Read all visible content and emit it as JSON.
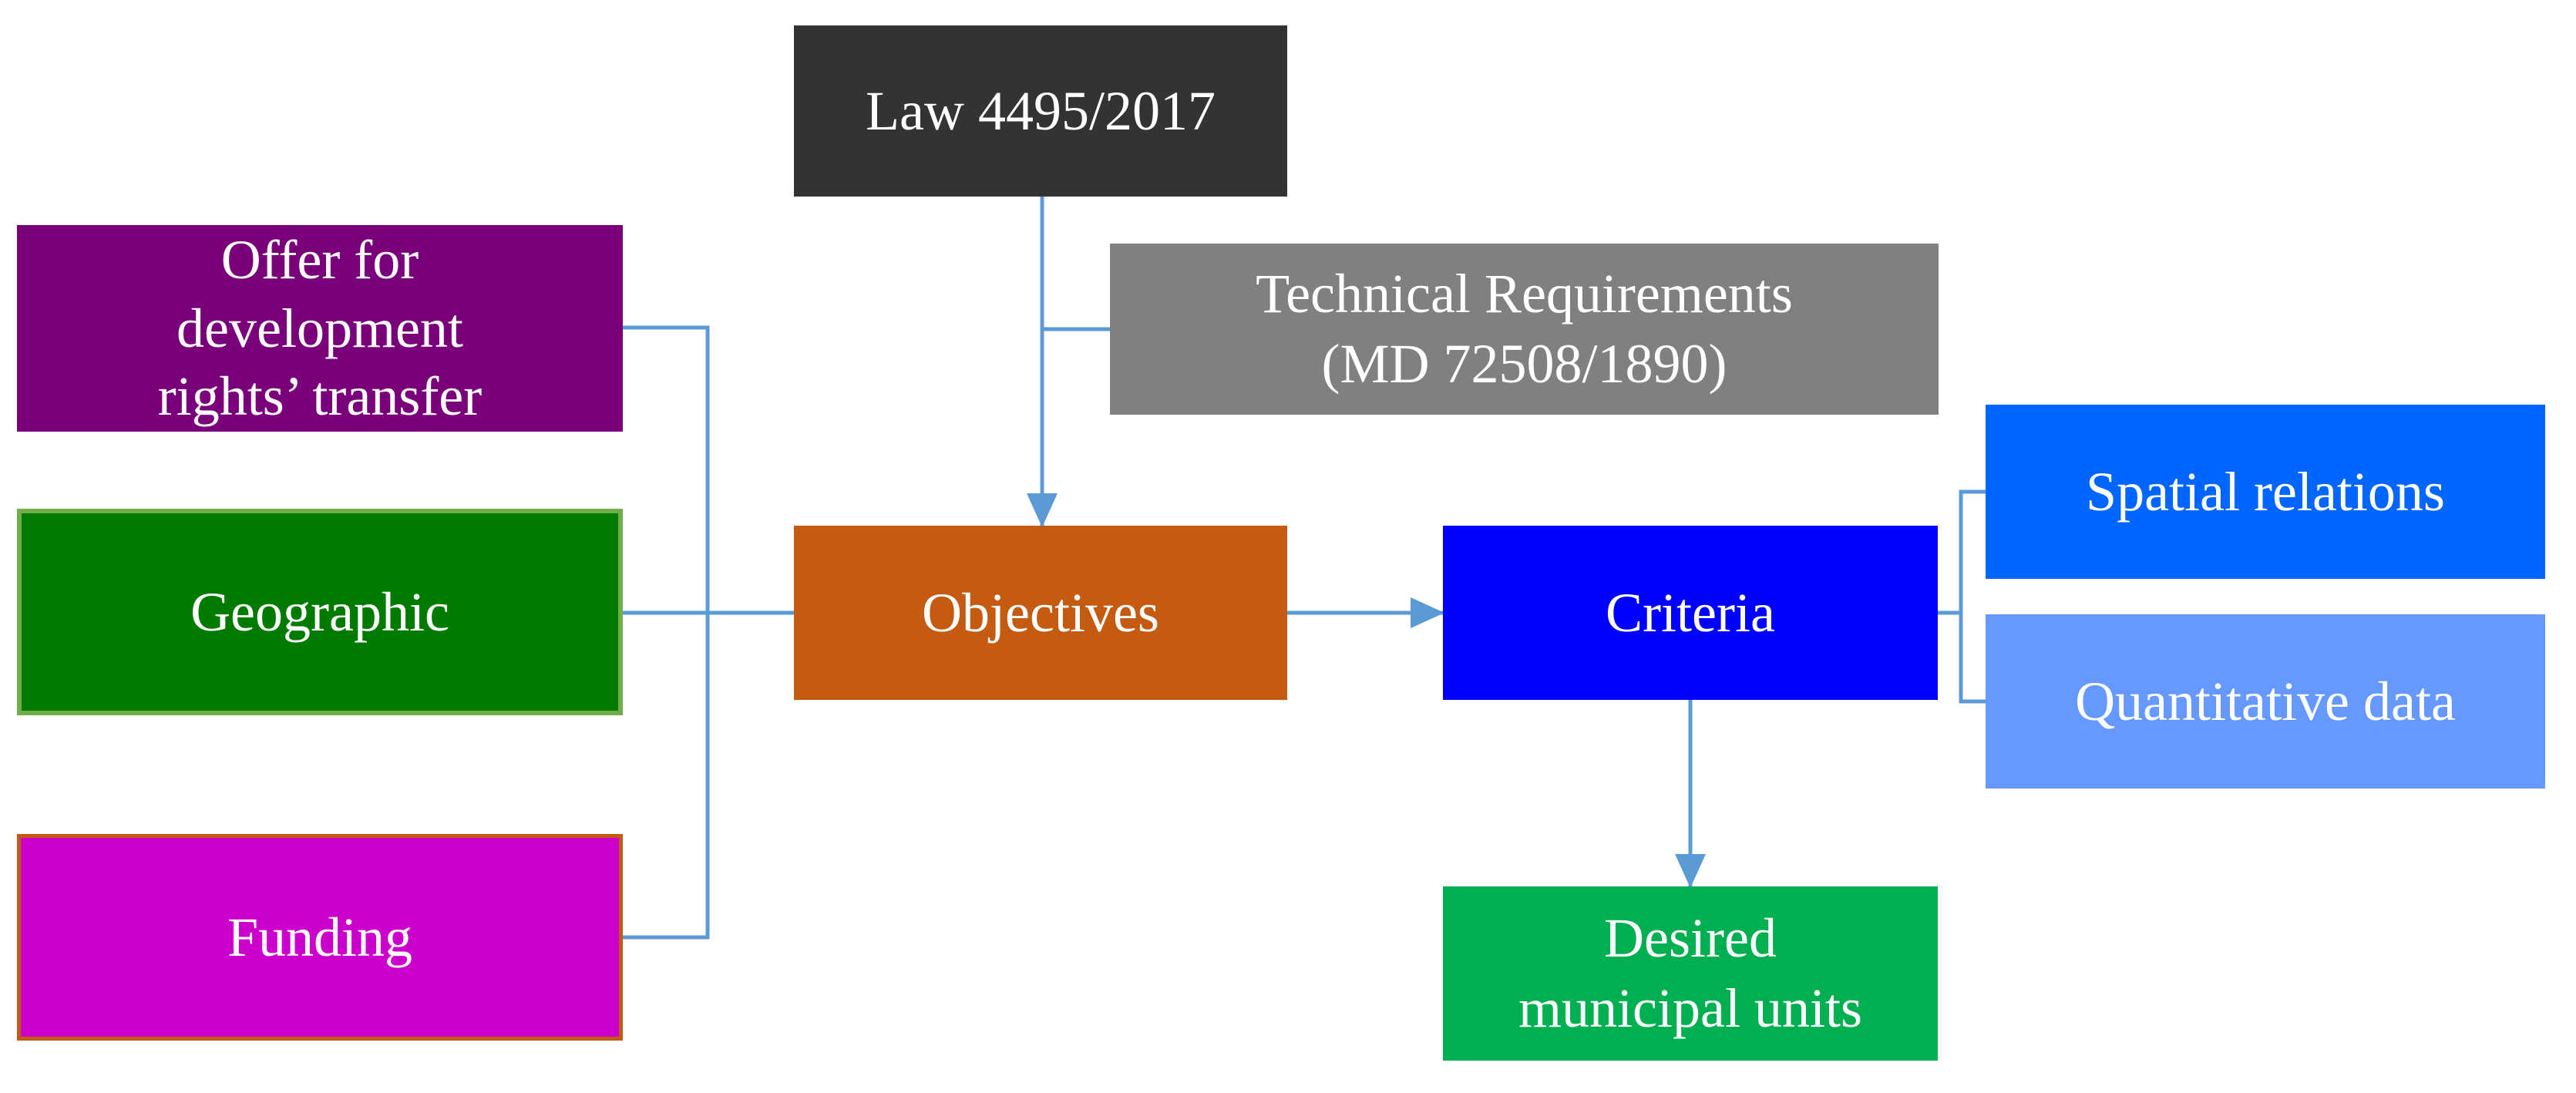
{
  "diagram": {
    "nodes": {
      "law": {
        "label": "Law 4495/2017",
        "fill": "#333333"
      },
      "technical_requirements": {
        "label": "Technical Requirements\n(MD 72508/1890)",
        "fill": "#808080"
      },
      "offer": {
        "label": "Offer for\ndevelopment\nrights’ transfer",
        "fill": "#79007A"
      },
      "geographic": {
        "label": "Geographic",
        "fill": "#007B00",
        "border": "#70AD47"
      },
      "funding": {
        "label": "Funding",
        "fill": "#CC00CC",
        "border": "#C55A11"
      },
      "objectives": {
        "label": "Objectives",
        "fill": "#C55A11"
      },
      "criteria": {
        "label": "Criteria",
        "fill": "#0000FF"
      },
      "spatial_relations": {
        "label": "Spatial relations",
        "fill": "#0066FF"
      },
      "quantitative_data": {
        "label": "Quantitative data",
        "fill": "#6699FF"
      },
      "desired_units": {
        "label": "Desired\nmunicipal units",
        "fill": "#00B050"
      }
    },
    "edges": [
      {
        "from": "law",
        "to": "objectives",
        "arrow": true
      },
      {
        "from": "technical_requirements",
        "to": "objectives",
        "arrow": false
      },
      {
        "from": "offer",
        "to": "objectives",
        "arrow": false
      },
      {
        "from": "geographic",
        "to": "objectives",
        "arrow": false
      },
      {
        "from": "funding",
        "to": "objectives",
        "arrow": false
      },
      {
        "from": "objectives",
        "to": "criteria",
        "arrow": true
      },
      {
        "from": "criteria",
        "to": "spatial_relations",
        "arrow": false
      },
      {
        "from": "criteria",
        "to": "quantitative_data",
        "arrow": false
      },
      {
        "from": "criteria",
        "to": "desired_units",
        "arrow": true
      }
    ],
    "connector_color": "#5B9BD5"
  }
}
